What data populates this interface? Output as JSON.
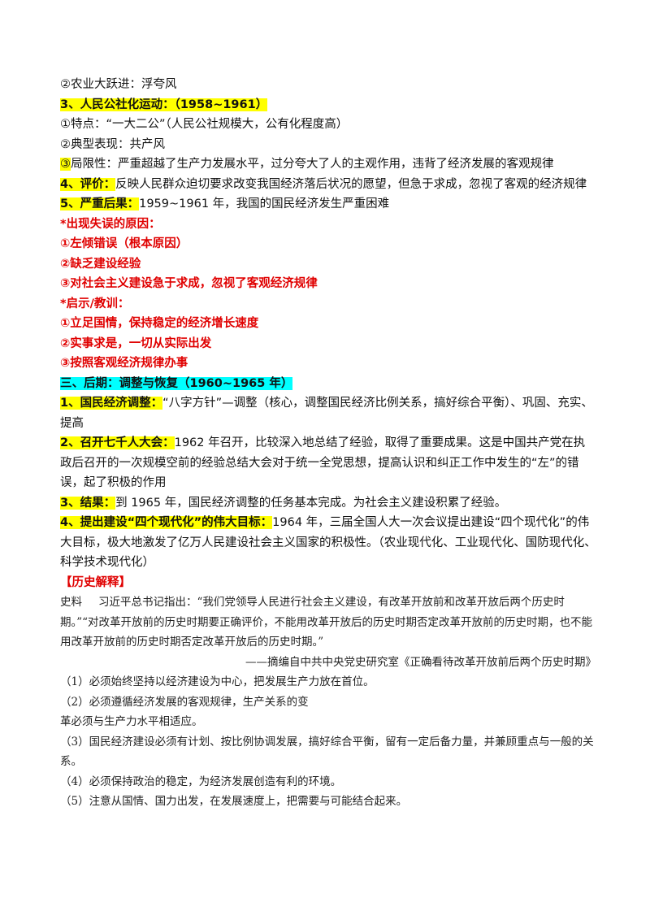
{
  "lines": {
    "l1": "②农业大跃进：浮夸风",
    "l2_hl": "3、人民公社化运动：（1958~1961）",
    "l3": "①特点：“一大二公”（人民公社规模大，公有化程度高）",
    "l4": "②典型表现：共产风",
    "l5_hl": "③",
    "l5": "局限性：严重超越了生产力发展水平，过分夸大了人的主观作用，违背了经济发展的客观规律",
    "l6_hl": "4、评价：",
    "l6": "反映人民群众迫切要求改变我国经济落后状况的愿望，但急于求成，忽视了客观的经济规律",
    "l7_hl": "5、严重后果：",
    "l7": "1959~1961 年，我国的国民经济发生严重困难",
    "r1": "*出现失误的原因：",
    "r2": "①左倾错误（根本原因）",
    "r3": "②缺乏建设经验",
    "r4": "③对社会主义建设急于求成，忽视了客观经济规律",
    "r5": "*启示/教训：",
    "r6": "①立足国情，保持稳定的经济增长速度",
    "r7": "②实事求是，一切从实际出发",
    "r8": "③按照客观经济规律办事",
    "sec3": "三、后期：调整与恢复（1960~1965 年）",
    "p1_hl": "1、国民经济调整：",
    "p1": "“八字方针”—调整（核心，调整国民经济比例关系，搞好综合平衡）、巩固、充实、提高",
    "p2_hl": "2、召开七千人大会：",
    "p2": "1962 年召开，比较深入地总结了经验，取得了重要成果。这是中国共产党在执政后召开的一次规模空前的经验总结大会对于统一全党思想，提高认识和纠正工作中发生的“左”的错误，起了积极的作用",
    "p3_hl": "3、结果：",
    "p3": "到 1965 年，国民经济调整的任务基本完成。为社会主义建设积累了经验。",
    "p4_hl": "4、提出建设“四个现代化”的伟大目标：",
    "p4": "1964 年，三届全国人大一次会议提出建设“四个现代化”的伟大目标，极大地激发了亿万人民建设社会主义国家的积极性。（农业现代化、工业现代化、国防现代化、科学技术现代化）",
    "hist_title": "【历史解释】",
    "hist_label": "史料",
    "hist_text": "习近平总书记指出：“我们党领导人民进行社会主义建设，有改革开放前和改革开放后两个历史时期。”“对改革开放前的历史时期要正确评价，不能用改革开放后的历史时期否定改革开放前的历史时期，也不能用改革开放前的历史时期否定改革开放后的历史时期。”",
    "hist_source": "——摘编自中共中央党史研究室《正确看待改革开放前后两个历史时期》",
    "h1": "（1）必须始终坚持以经济建设为中心，把发展生产力放在首位。",
    "h2a": "（2）必须遵循经济发展的客观规律，生产关系的变",
    "h2b": "革必须与生产力水平相适应。",
    "h3": "（3）国民经济建设必须有计划、按比例协调发展，搞好综合平衡，留有一定后备力量，并兼顾重点与一般的关系。",
    "h4": "（4）必须保持政治的稳定，为经济发展创造有利的环境。",
    "h5": "（5）注意从国情、国力出发，在发展速度上，把需要与可能结合起来。"
  },
  "colors": {
    "highlight_yellow": "#ffff00",
    "highlight_cyan": "#00ffff",
    "red": "#e00000"
  }
}
